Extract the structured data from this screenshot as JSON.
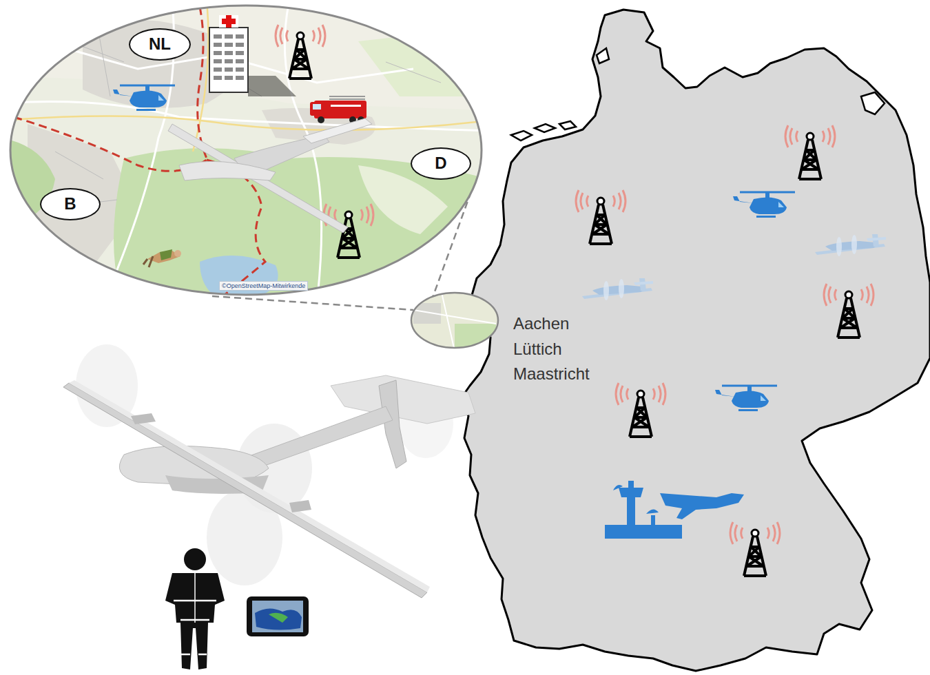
{
  "diagram": {
    "nodes": [
      {
        "text": [
          "NL"
        ]
      },
      {
        "text": [
          "D"
        ]
      },
      {
        "text": [
          "B"
        ]
      }
    ],
    "labels": [
      "©OpenStreetMap-Mitwirkende",
      "Aachen",
      "Lüttich",
      "Maastricht"
    ]
  }
}
